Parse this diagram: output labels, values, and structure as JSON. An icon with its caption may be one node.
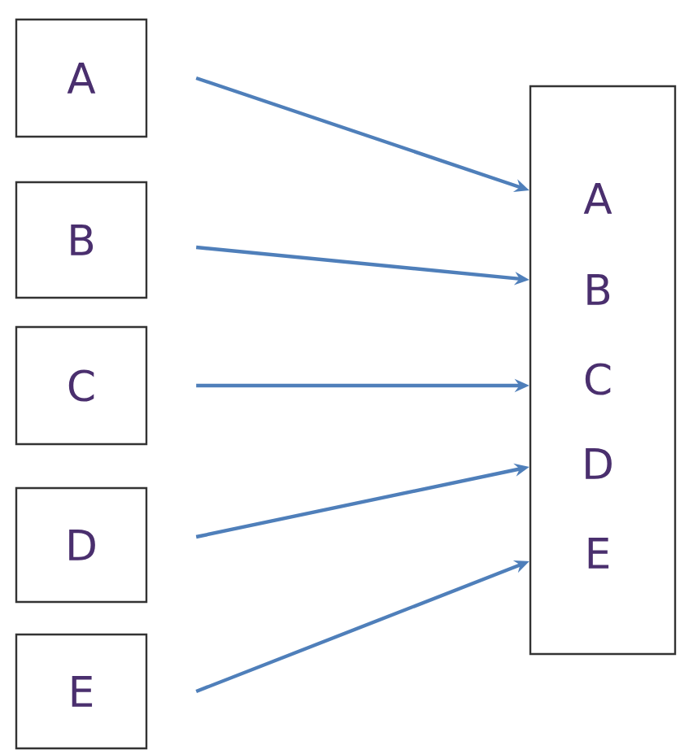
{
  "diagram": {
    "nodes": [
      {
        "text": [
          "A"
        ]
      },
      {
        "text": [
          "B"
        ]
      },
      {
        "text": [
          "C"
        ]
      },
      {
        "text": [
          "D"
        ]
      },
      {
        "text": [
          "E"
        ]
      },
      {
        "text": [
          "A",
          "B",
          "C",
          "D",
          "E"
        ]
      }
    ],
    "edges": [
      {
        "from": 0,
        "to": 5,
        "arrow": "to"
      },
      {
        "from": 1,
        "to": 5,
        "arrow": "to"
      },
      {
        "from": 2,
        "to": 5,
        "arrow": "to"
      },
      {
        "from": 3,
        "to": 5,
        "arrow": "to"
      },
      {
        "from": 4,
        "to": 5,
        "arrow": "to"
      }
    ]
  }
}
